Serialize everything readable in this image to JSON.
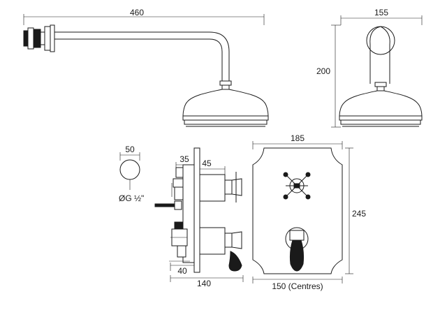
{
  "dimensions": {
    "arm_length": "460",
    "arm_depth": "155",
    "head_height": "200",
    "wall_outlet_diameter": "50",
    "wall_outlet_thread": "ØG ½\"",
    "handle_offset_top": "35",
    "handle_projection": "45",
    "valve_recess": "40",
    "valve_depth": "140",
    "plate_width": "185",
    "plate_height": "245",
    "handle_centres": "150 (Centres)"
  }
}
